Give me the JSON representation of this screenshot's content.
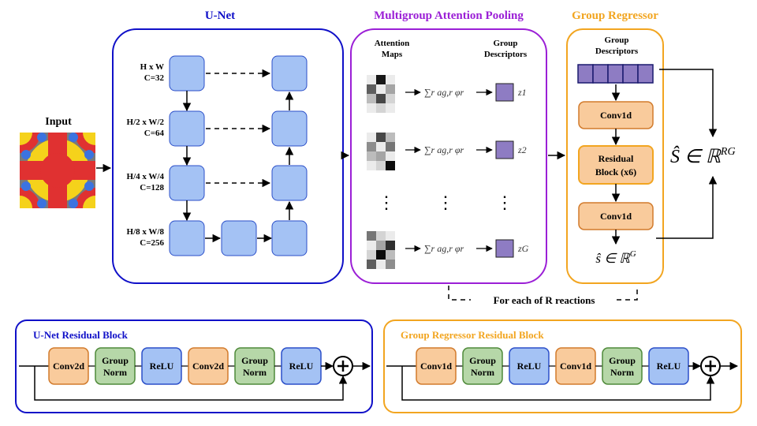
{
  "input": {
    "label": "Input"
  },
  "unet": {
    "title": "U-Net",
    "title_color": "#1010c8",
    "levels": [
      {
        "size": "H x W",
        "channels": "C=32"
      },
      {
        "size": "H/2 x W/2",
        "channels": "C=64"
      },
      {
        "size": "H/4 x W/4",
        "channels": "C=128"
      },
      {
        "size": "H/8 x W/8",
        "channels": "C=256"
      }
    ]
  },
  "pooling": {
    "title": "Multigroup Attention Pooling",
    "title_color": "#9b1fd6",
    "attention_header": [
      "Attention",
      "Maps"
    ],
    "descriptor_header": [
      "Group",
      "Descriptors"
    ],
    "formula": "∑r ag,r φr",
    "outputs": [
      "z1",
      "z2",
      "zG"
    ],
    "ellipsis": "⋮"
  },
  "regressor": {
    "title": "Group Regressor",
    "title_color": "#f2a520",
    "header": [
      "Group",
      "Descriptors"
    ],
    "conv1": "Conv1d",
    "residual": [
      "Residual",
      "Block (x6)"
    ],
    "conv2": "Conv1d",
    "output": "ŝ ∈ ℝ",
    "output_sup": "G"
  },
  "final_output": {
    "text": "Ŝ ∈ ℝ",
    "sup": "RG"
  },
  "loop_caption": "For each of R reactions",
  "unet_residual": {
    "title": "U-Net Residual Block",
    "title_color": "#1010c8",
    "layers": [
      {
        "lines": [
          "Conv2d"
        ],
        "kind": "conv"
      },
      {
        "lines": [
          "Group",
          "Norm"
        ],
        "kind": "norm"
      },
      {
        "lines": [
          "ReLU"
        ],
        "kind": "relu"
      },
      {
        "lines": [
          "Conv2d"
        ],
        "kind": "conv"
      },
      {
        "lines": [
          "Group",
          "Norm"
        ],
        "kind": "norm"
      },
      {
        "lines": [
          "ReLU"
        ],
        "kind": "relu"
      }
    ]
  },
  "group_residual": {
    "title": "Group Regressor Residual Block",
    "title_color": "#f2a520",
    "layers": [
      {
        "lines": [
          "Conv1d"
        ],
        "kind": "conv"
      },
      {
        "lines": [
          "Group",
          "Norm"
        ],
        "kind": "norm"
      },
      {
        "lines": [
          "ReLU"
        ],
        "kind": "relu"
      },
      {
        "lines": [
          "Conv1d"
        ],
        "kind": "conv"
      },
      {
        "lines": [
          "Group",
          "Norm"
        ],
        "kind": "norm"
      },
      {
        "lines": [
          "ReLU"
        ],
        "kind": "relu"
      }
    ]
  },
  "colors": {
    "blue_node": "#a4c2f4",
    "blue_node_border": "#2b4fc9",
    "conv_fill": "#f9cb9c",
    "conv_border": "#d27b2c",
    "norm_fill": "#b6d7a8",
    "norm_border": "#4f8a3a",
    "relu_fill": "#a4c2f4",
    "relu_border": "#2b4fc9",
    "descriptor_fill": "#8e7cc3",
    "input_red": "#e03131",
    "input_yellow": "#f5d21b",
    "input_blue": "#3b73e0",
    "input_gray": "#7a7a7a"
  }
}
